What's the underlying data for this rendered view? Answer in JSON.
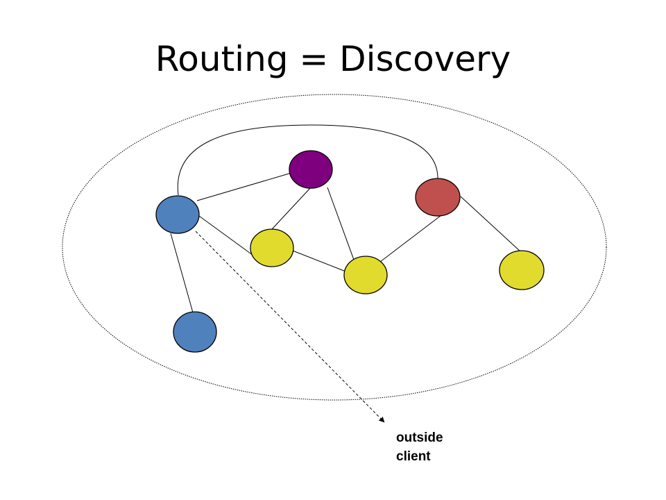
{
  "slide": {
    "title": "Routing = Discovery"
  },
  "client": {
    "label_line1": "outside",
    "label_line2": "client"
  },
  "colors": {
    "blue": "#4f81bd",
    "purple": "#7f007f",
    "red": "#c0504d",
    "yellow": "#e1db2e"
  }
}
